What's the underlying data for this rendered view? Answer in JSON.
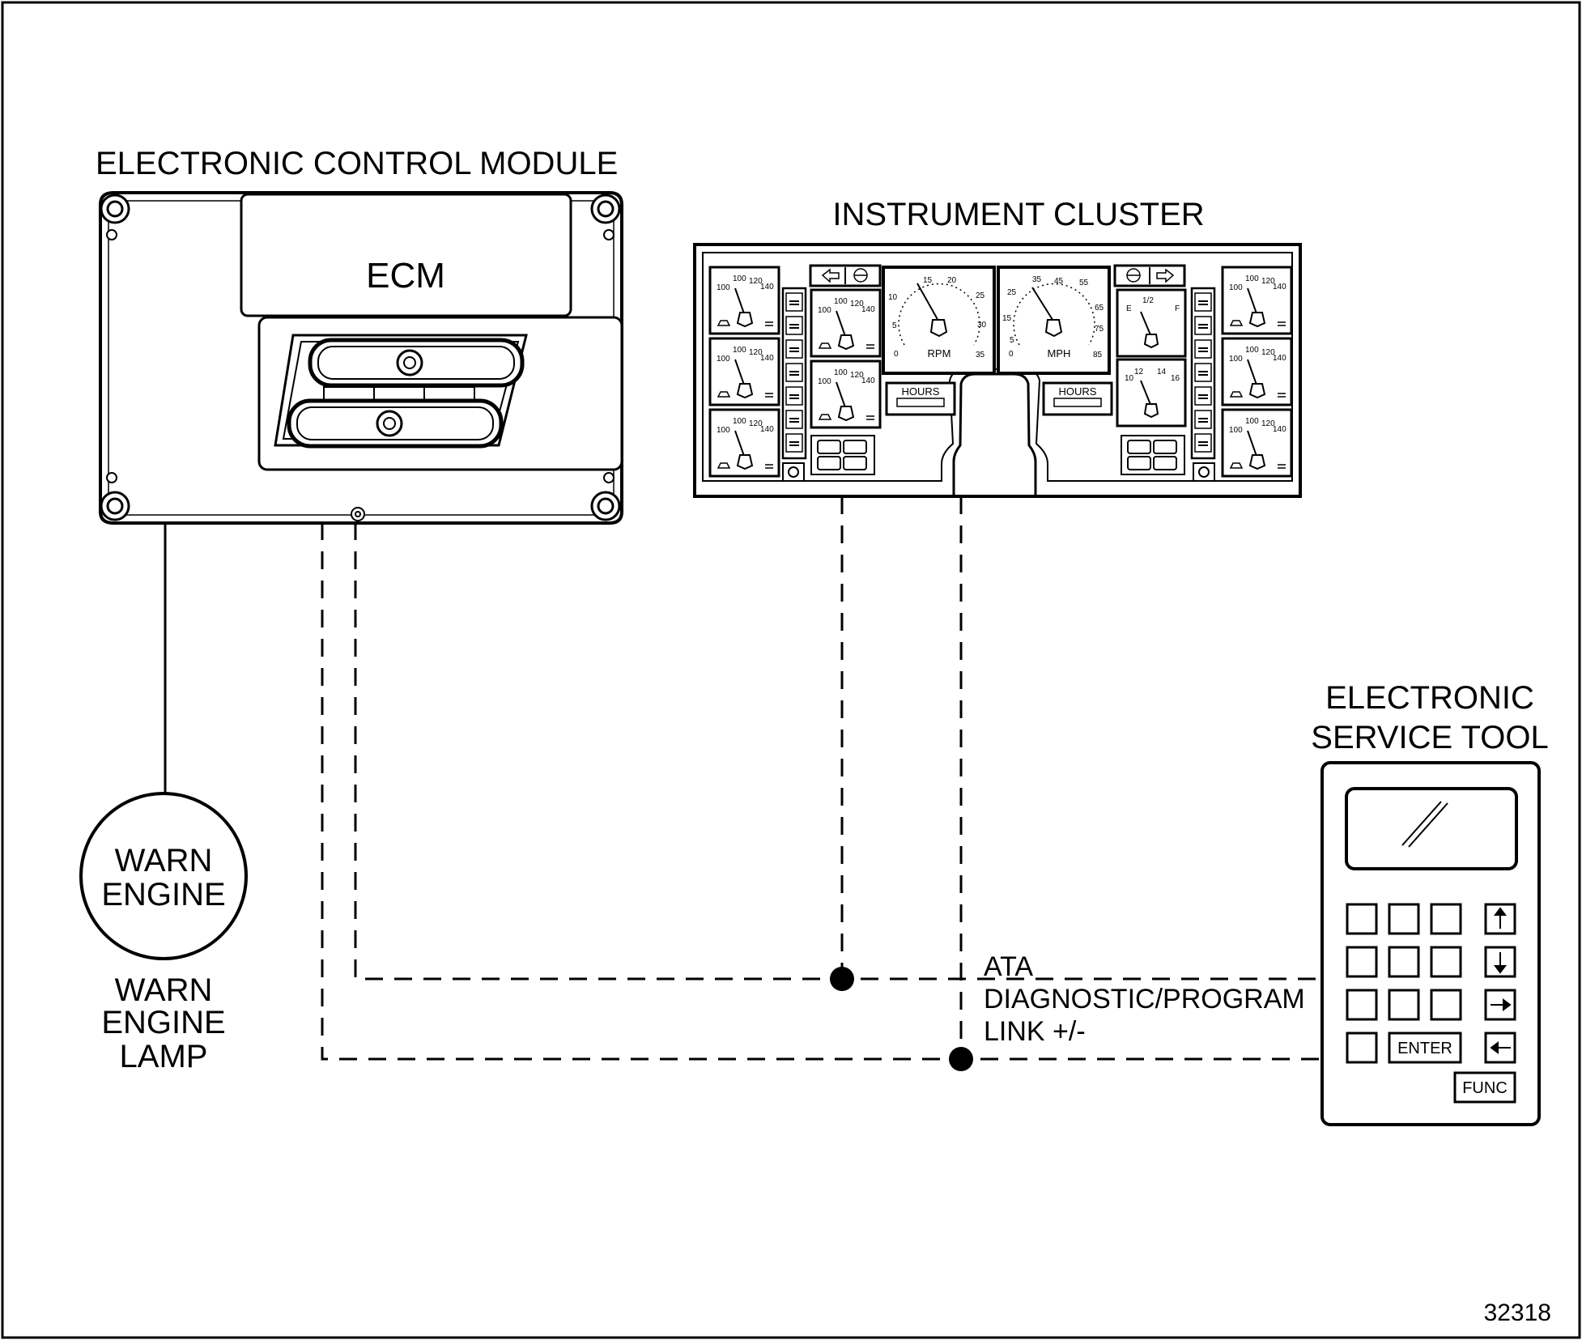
{
  "labels": {
    "ecm_title": "ELECTRONIC CONTROL MODULE",
    "ecm_box": "ECM",
    "cluster_title": "INSTRUMENT CLUSTER",
    "tool_title_line1": "ELECTRONIC",
    "tool_title_line2": "SERVICE TOOL",
    "lamp_line1": "WARN",
    "lamp_line2": "ENGINE",
    "lamp_caption_line1": "WARN",
    "lamp_caption_line2": "ENGINE",
    "lamp_caption_line3": "LAMP",
    "link_line1": "ATA",
    "link_line2": "DIAGNOSTIC/PROGRAM",
    "link_line3": "LINK +/-",
    "figure_number": "32318"
  },
  "cluster": {
    "rpm_label": "RPM",
    "mph_label": "MPH",
    "hours_label": "HOURS",
    "rpm_scale": [
      "0",
      "5",
      "10",
      "15",
      "20",
      "25",
      "30",
      "35"
    ],
    "mph_scale": [
      "0",
      "5",
      "15",
      "25",
      "35",
      "45",
      "55",
      "65",
      "75",
      "85"
    ],
    "small_gauge_scale": [
      "100",
      "100",
      "120",
      "140"
    ],
    "fuel_scale": [
      "E",
      "1/2",
      "F"
    ],
    "volt_scale": [
      "10",
      "12",
      "14",
      "16"
    ]
  },
  "tool": {
    "enter_label": "ENTER",
    "func_label": "FUNC"
  }
}
